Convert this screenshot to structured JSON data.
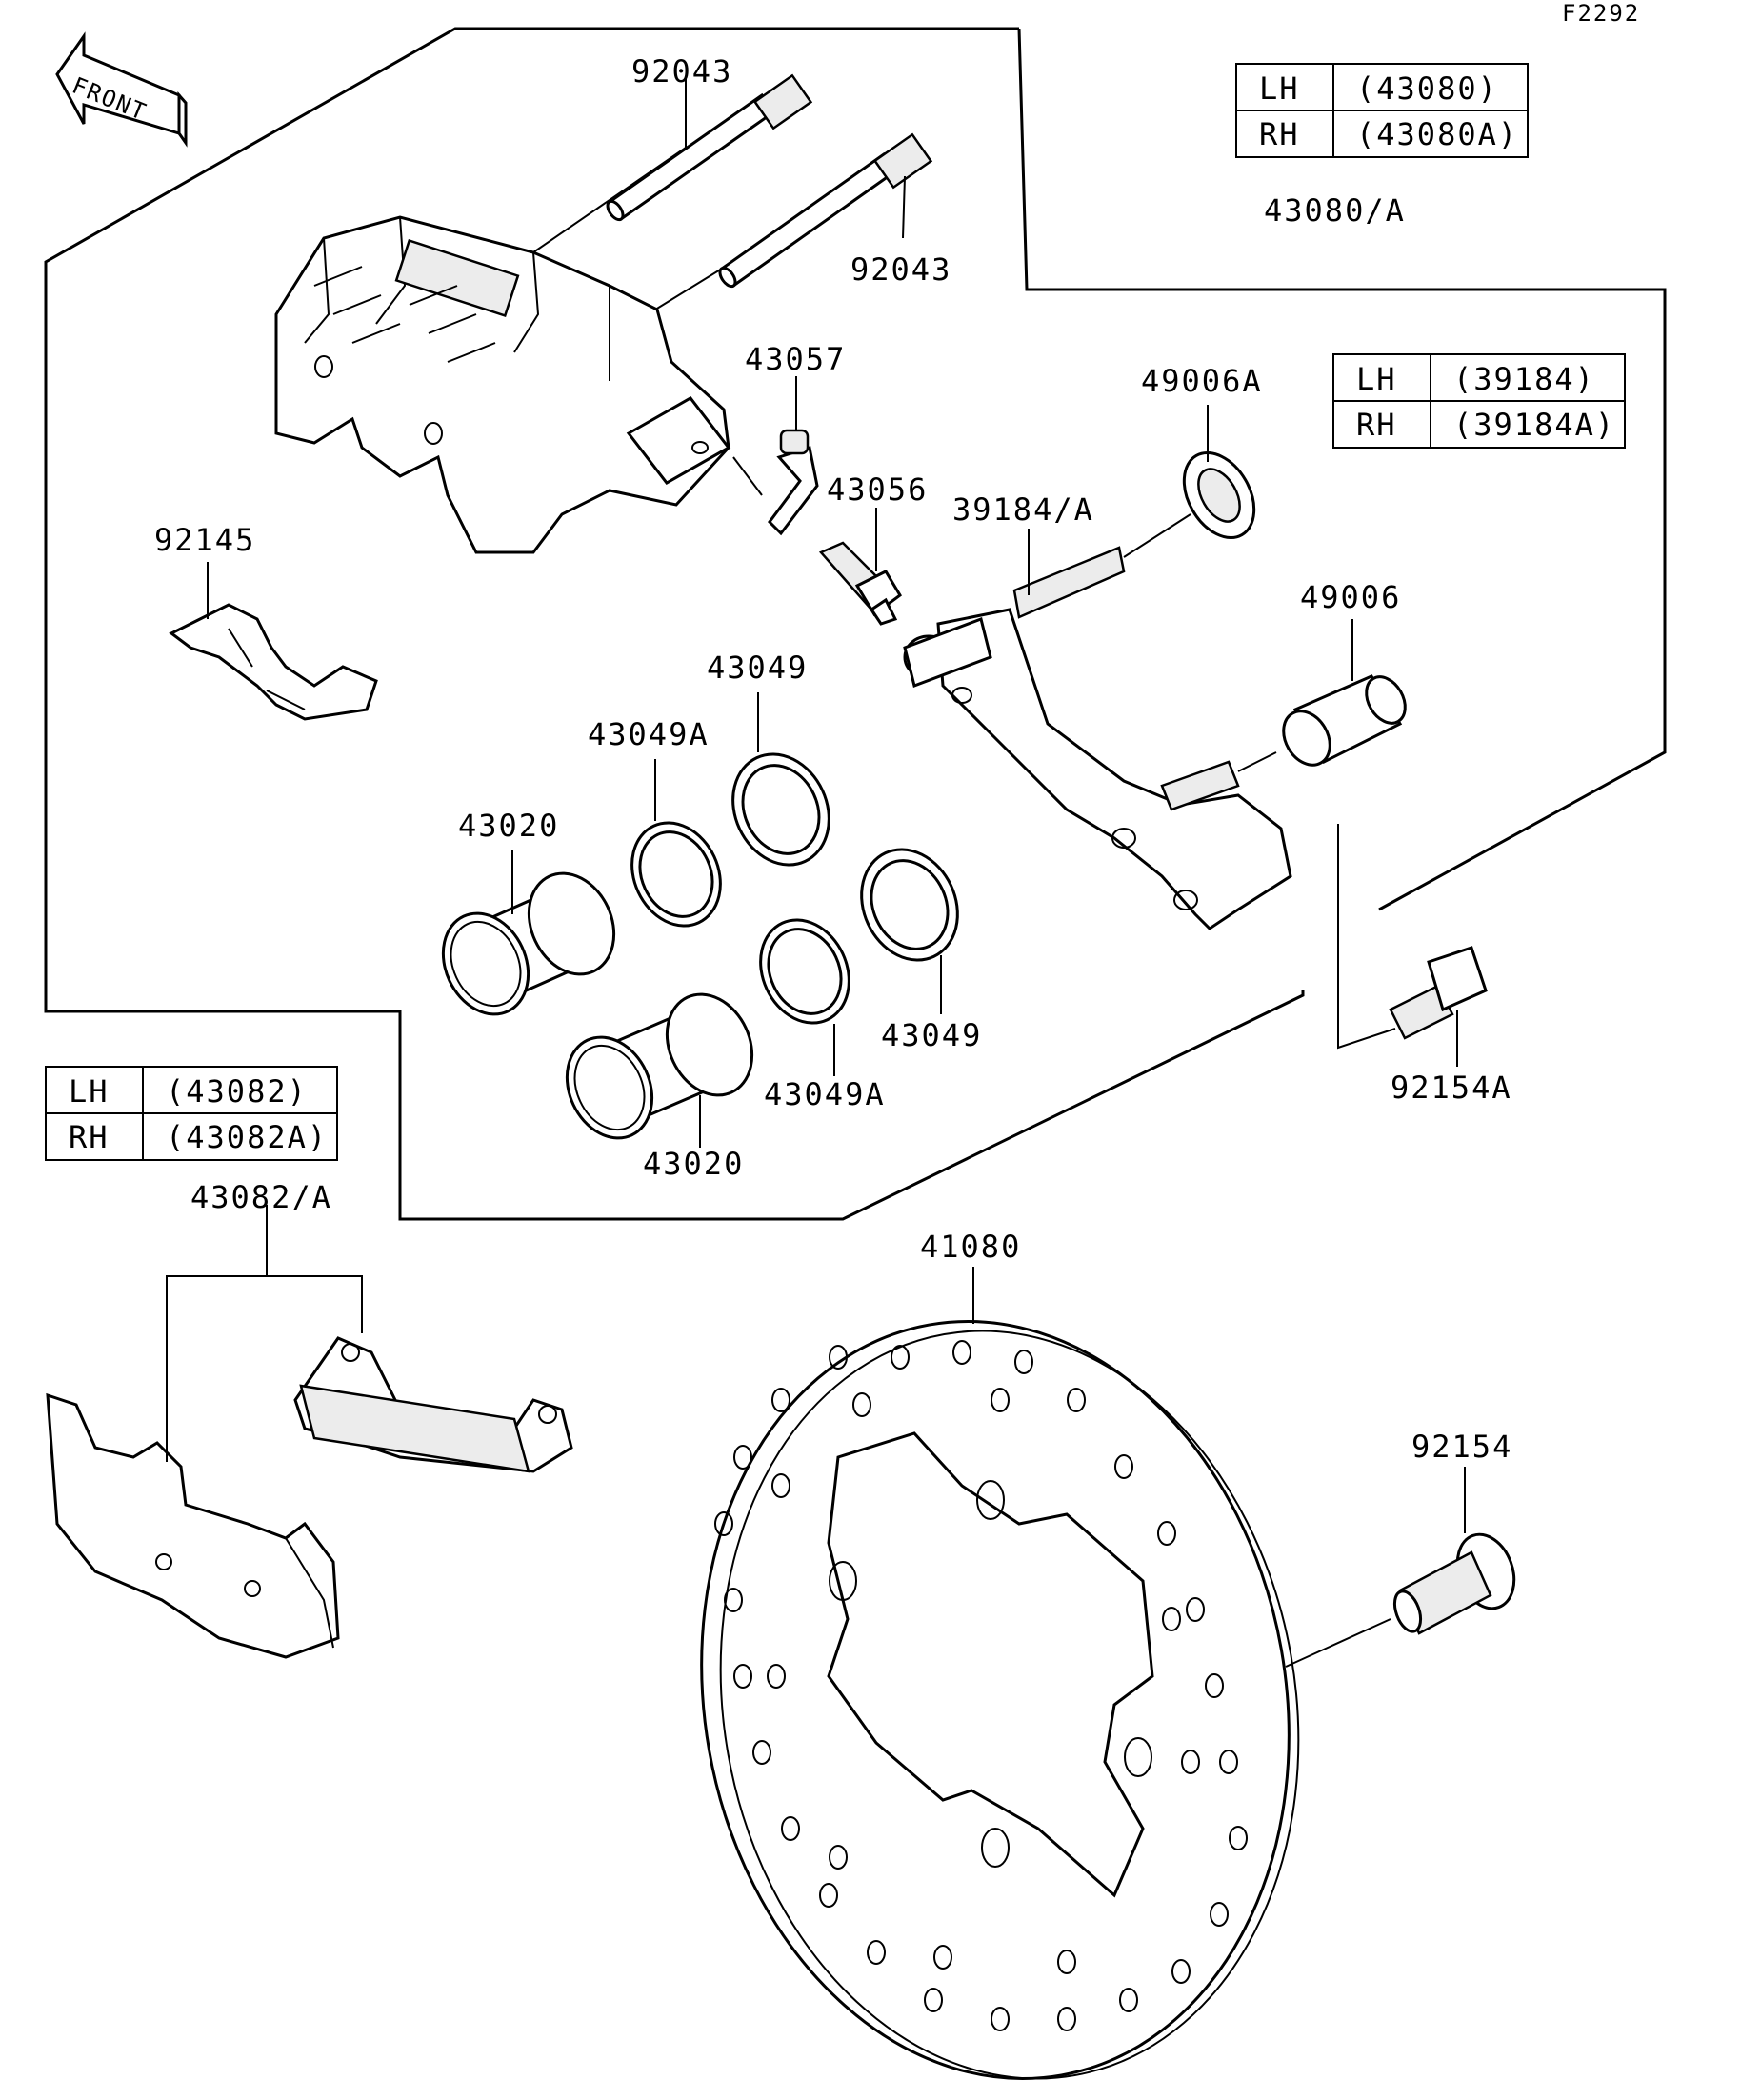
{
  "diagram_code": "F2292",
  "front_arrow_label": "FRONT",
  "tables": {
    "caliper_assy": {
      "rows": [
        {
          "side": "LH",
          "part": "(43080)"
        },
        {
          "side": "RH",
          "part": "(43080A)"
        }
      ]
    },
    "bracket": {
      "rows": [
        {
          "side": "LH",
          "part": "(39184)"
        },
        {
          "side": "RH",
          "part": "(39184A)"
        }
      ]
    },
    "pads": {
      "rows": [
        {
          "side": "LH",
          "part": "(43082)"
        },
        {
          "side": "RH",
          "part": "(43082A)"
        }
      ]
    }
  },
  "callouts": {
    "pin_upper": "92043",
    "pin_lower": "92043",
    "caliper_assy": "43080/A",
    "cap": "43057",
    "bleed_valve": "43056",
    "bracket": "39184/A",
    "boot_upper": "49006A",
    "boot_lower": "49006",
    "spring": "92145",
    "seal_outer_top": "43049",
    "seal_dust_top": "43049A",
    "piston_upper": "43020",
    "seal_outer_lower": "43049",
    "seal_dust_lower": "43049A",
    "piston_lower": "43020",
    "bolt_bracket": "92154A",
    "pads": "43082/A",
    "disc": "41080",
    "bolt_disc": "92154"
  }
}
